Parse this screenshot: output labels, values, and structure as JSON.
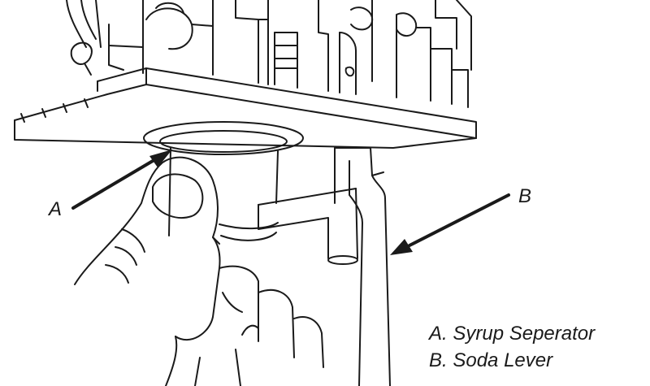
{
  "callouts": {
    "a_letter": "A",
    "b_letter": "B"
  },
  "legend": [
    {
      "label": "A. Syrup Seperator"
    },
    {
      "label": "B. Soda Lever"
    }
  ],
  "colors": {
    "line": "#1a1a1a",
    "background": "#ffffff"
  }
}
